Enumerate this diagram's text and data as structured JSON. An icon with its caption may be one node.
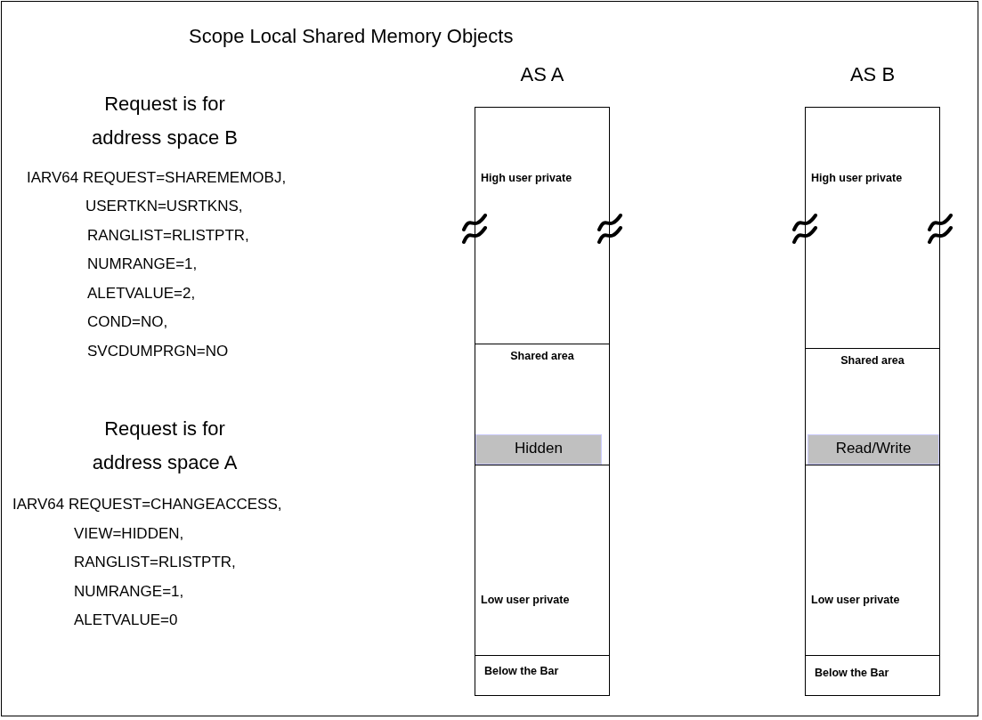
{
  "diagram": {
    "title": "Scope Local Shared Memory Objects",
    "nodes": [
      {
        "text": [
          "AS A"
        ]
      },
      {
        "text": [
          "High user private"
        ],
        "in": 0
      },
      {
        "text": [
          "Shared area"
        ],
        "in": 0
      },
      {
        "text": [
          "Hidden"
        ],
        "in": 2
      },
      {
        "text": [
          "Low user private"
        ],
        "in": 0
      },
      {
        "text": [
          "Below the Bar"
        ],
        "in": 0
      },
      {
        "text": [
          "AS B"
        ]
      },
      {
        "text": [
          "High user private"
        ],
        "in": 6
      },
      {
        "text": [
          "Shared area"
        ],
        "in": 6
      },
      {
        "text": [
          "Read/Write"
        ],
        "in": 8
      },
      {
        "text": [
          "Low user private"
        ],
        "in": 6
      },
      {
        "text": [
          "Below the Bar"
        ],
        "in": 6
      }
    ],
    "labels": [
      "Request is for address space B",
      "IARV64 REQUEST=SHAREMEMOBJ,",
      "USERTKN=USRTKNS,",
      "RANGLIST=RLISTPTR,",
      "NUMRANGE=1,",
      "ALETVALUE=2,",
      "COND=NO,",
      "SVCDUMPRGN=NO",
      "Request is for address space A",
      "IARV64 REQUEST=CHANGEACCESS,",
      "VIEW=HIDDEN,",
      "RANGLIST=RLISTPTR,",
      "NUMRANGE=1,",
      "ALETVALUE=0"
    ]
  }
}
